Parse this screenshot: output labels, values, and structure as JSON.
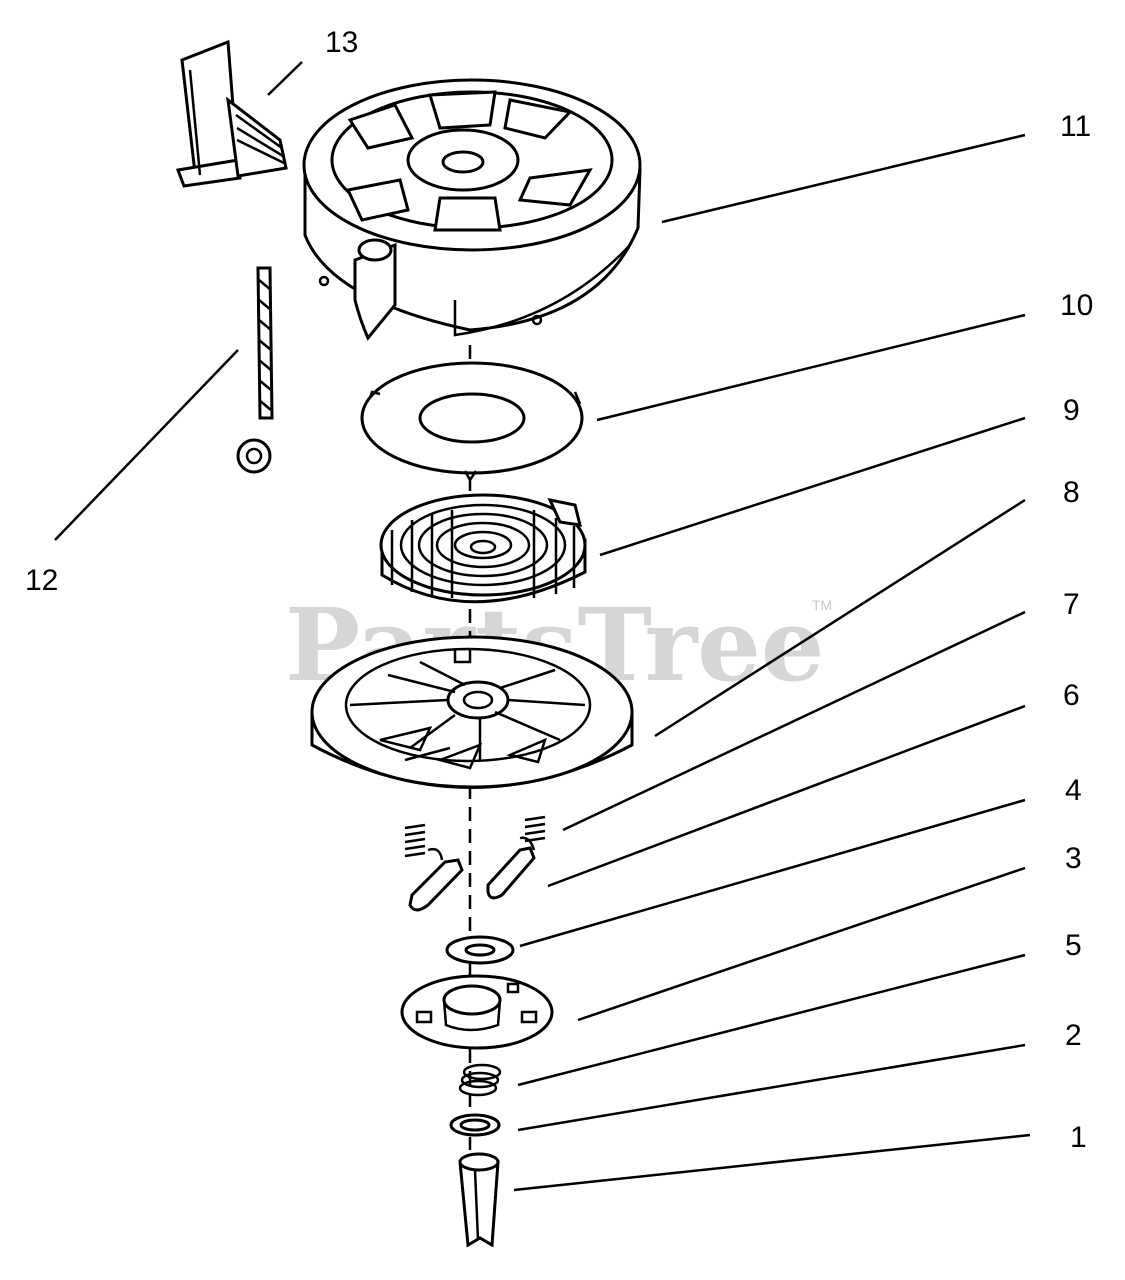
{
  "watermark": {
    "text": "PartsTree",
    "tm": "TM"
  },
  "callouts": [
    {
      "id": "c13",
      "label": "13"
    },
    {
      "id": "c11",
      "label": "11"
    },
    {
      "id": "c10",
      "label": "10"
    },
    {
      "id": "c9",
      "label": "9"
    },
    {
      "id": "c8",
      "label": "8"
    },
    {
      "id": "c7",
      "label": "7"
    },
    {
      "id": "c6",
      "label": "6"
    },
    {
      "id": "c4",
      "label": "4"
    },
    {
      "id": "c3",
      "label": "3"
    },
    {
      "id": "c5",
      "label": "5"
    },
    {
      "id": "c2",
      "label": "2"
    },
    {
      "id": "c1",
      "label": "1"
    },
    {
      "id": "c12",
      "label": "12"
    }
  ],
  "colors": {
    "line": "#000000",
    "watermark": "#d6d6d6",
    "background": "#ffffff"
  }
}
